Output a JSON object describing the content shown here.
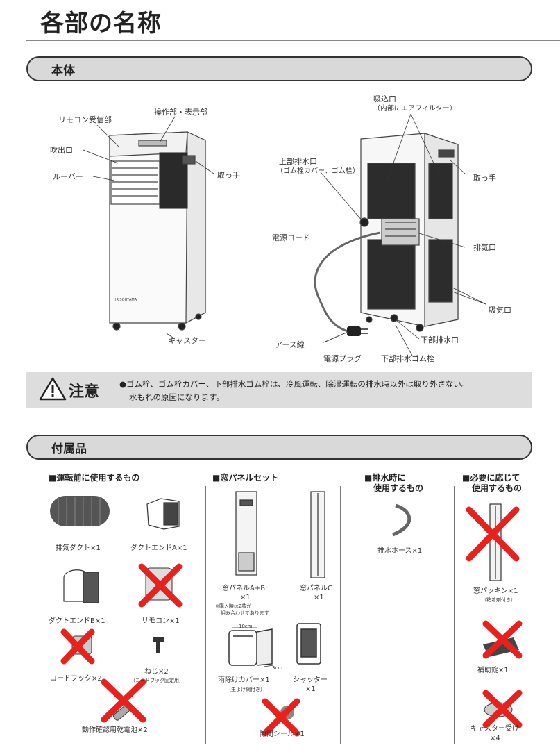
{
  "page": {
    "title": "各部の名称",
    "section_body": "本体",
    "section_accessories": "付属品"
  },
  "body_labels": {
    "remote_receiver": "リモコン受信部",
    "control_panel": "操作部・表示部",
    "outlet": "吹出口",
    "louver": "ルーバー",
    "handle_front": "取っ手",
    "caster": "キャスター",
    "intake_top": "吸込口",
    "intake_top_note": "（内部にエアフィルター）",
    "upper_drain": "上部排水口",
    "upper_drain_note": "（ゴム栓カバー、ゴム栓）",
    "handle_back": "取っ手",
    "power_cord": "電源コード",
    "exhaust": "排気口",
    "intake_rear": "吸気口",
    "lower_drain": "下部排水口",
    "earth_wire": "アース線",
    "plug": "電源プラグ",
    "lower_drain_plug": "下部排水ゴム栓",
    "brand_mark": "IRISOHYAMA"
  },
  "caution": {
    "title": "注意",
    "line1": "●ゴム栓、ゴム栓カバー、下部排水ゴム栓は、冷風運転、除湿運転の排水時以外は取り外さない。",
    "line2": "水もれの原因になります。"
  },
  "accessories": {
    "before_use": {
      "heading": "■運転前に使用するもの",
      "items": {
        "duct": "排気ダクト×1",
        "duct_end_a": "ダクトエンドA×1",
        "duct_end_b": "ダクトエンドB×1",
        "remote": "リモコン×1",
        "cord_hook": "コードフック×2",
        "screw": "ねじ×2",
        "screw_note": "（コードフック固定用）",
        "battery": "動作確認用乾電池×2"
      }
    },
    "window_panel": {
      "heading": "■窓パネルセット",
      "items": {
        "panel_ab": "窓パネルA+B",
        "panel_ab_qty": "×1",
        "panel_ab_note1": "※購入時は2枚が",
        "panel_ab_note2": "組み合わせてあります",
        "panel_c": "窓パネルC",
        "panel_c_qty": "×1",
        "rain_cover": "雨除けカバー×1",
        "rain_cover_note": "（虫よけ網付き）",
        "dim_10cm": "10cm",
        "dim_3cm": "3cm",
        "shutter": "シャッター",
        "shutter_qty": "×1",
        "seal": "隙間シール×1"
      }
    },
    "drain": {
      "heading_line1": "■排水時に",
      "heading_line2": "使用するもの",
      "items": {
        "hose": "排水ホース×1"
      }
    },
    "as_needed": {
      "heading_line1": "■必要に応じて",
      "heading_line2": "使用するもの",
      "items": {
        "packing": "窓パッキン×1",
        "packing_note": "（粘着剤付き）",
        "lock": "補助錠×1",
        "caster_cup": "キャスター受け",
        "caster_cup_qty": "×4"
      }
    }
  },
  "colors": {
    "band": "#d9d9d9",
    "caution_bg": "#dddddd",
    "cross": "#e8211c"
  }
}
